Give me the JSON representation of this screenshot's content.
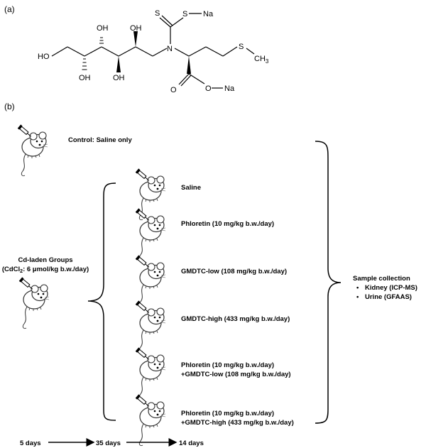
{
  "panels": {
    "a": "(a)",
    "b": "(b)"
  },
  "structure": {
    "S_top": "S",
    "S_na": "S",
    "Na_top": "Na",
    "N": "N",
    "S_side": "S",
    "CH3": "CH",
    "CH3_sub": "3",
    "OH1": "OH",
    "OH2": "OH",
    "OH3": "OH",
    "OH4": "OH",
    "HO": "HO",
    "O_carb": "O",
    "O_na": "O",
    "Na_bottom": "Na"
  },
  "control": {
    "label": "Control: Saline only"
  },
  "cd_group": {
    "line1": "Cd-laden Groups",
    "line2_pre": "(CdCl",
    "line2_sub": "2",
    "line2_post": ": 6 μmol/kg b.w./day)"
  },
  "groups": [
    {
      "line1": "Saline",
      "line2": ""
    },
    {
      "line1": "Phloretin (10 mg/kg b.w./day)",
      "line2": ""
    },
    {
      "line1": "GMDTC-low (108 mg/kg b.w./day)",
      "line2": ""
    },
    {
      "line1": "GMDTC-high (433 mg/kg b.w./day)",
      "line2": ""
    },
    {
      "line1": "Phloretin (10 mg/kg b.w./day)",
      "line2": "+GMDTC-low (108 mg/kg b.w./day)"
    },
    {
      "line1": "Phloretin (10 mg/kg b.w./day)",
      "line2": "+GMDTC-high (433 mg/kg b.w./day)"
    }
  ],
  "sample": {
    "title": "Sample collection",
    "items": [
      "Kidney (ICP-MS)",
      "Urine (GFAAS)"
    ],
    "bullet": "•"
  },
  "timeline": [
    "5 days",
    "35 days",
    "14 days"
  ]
}
